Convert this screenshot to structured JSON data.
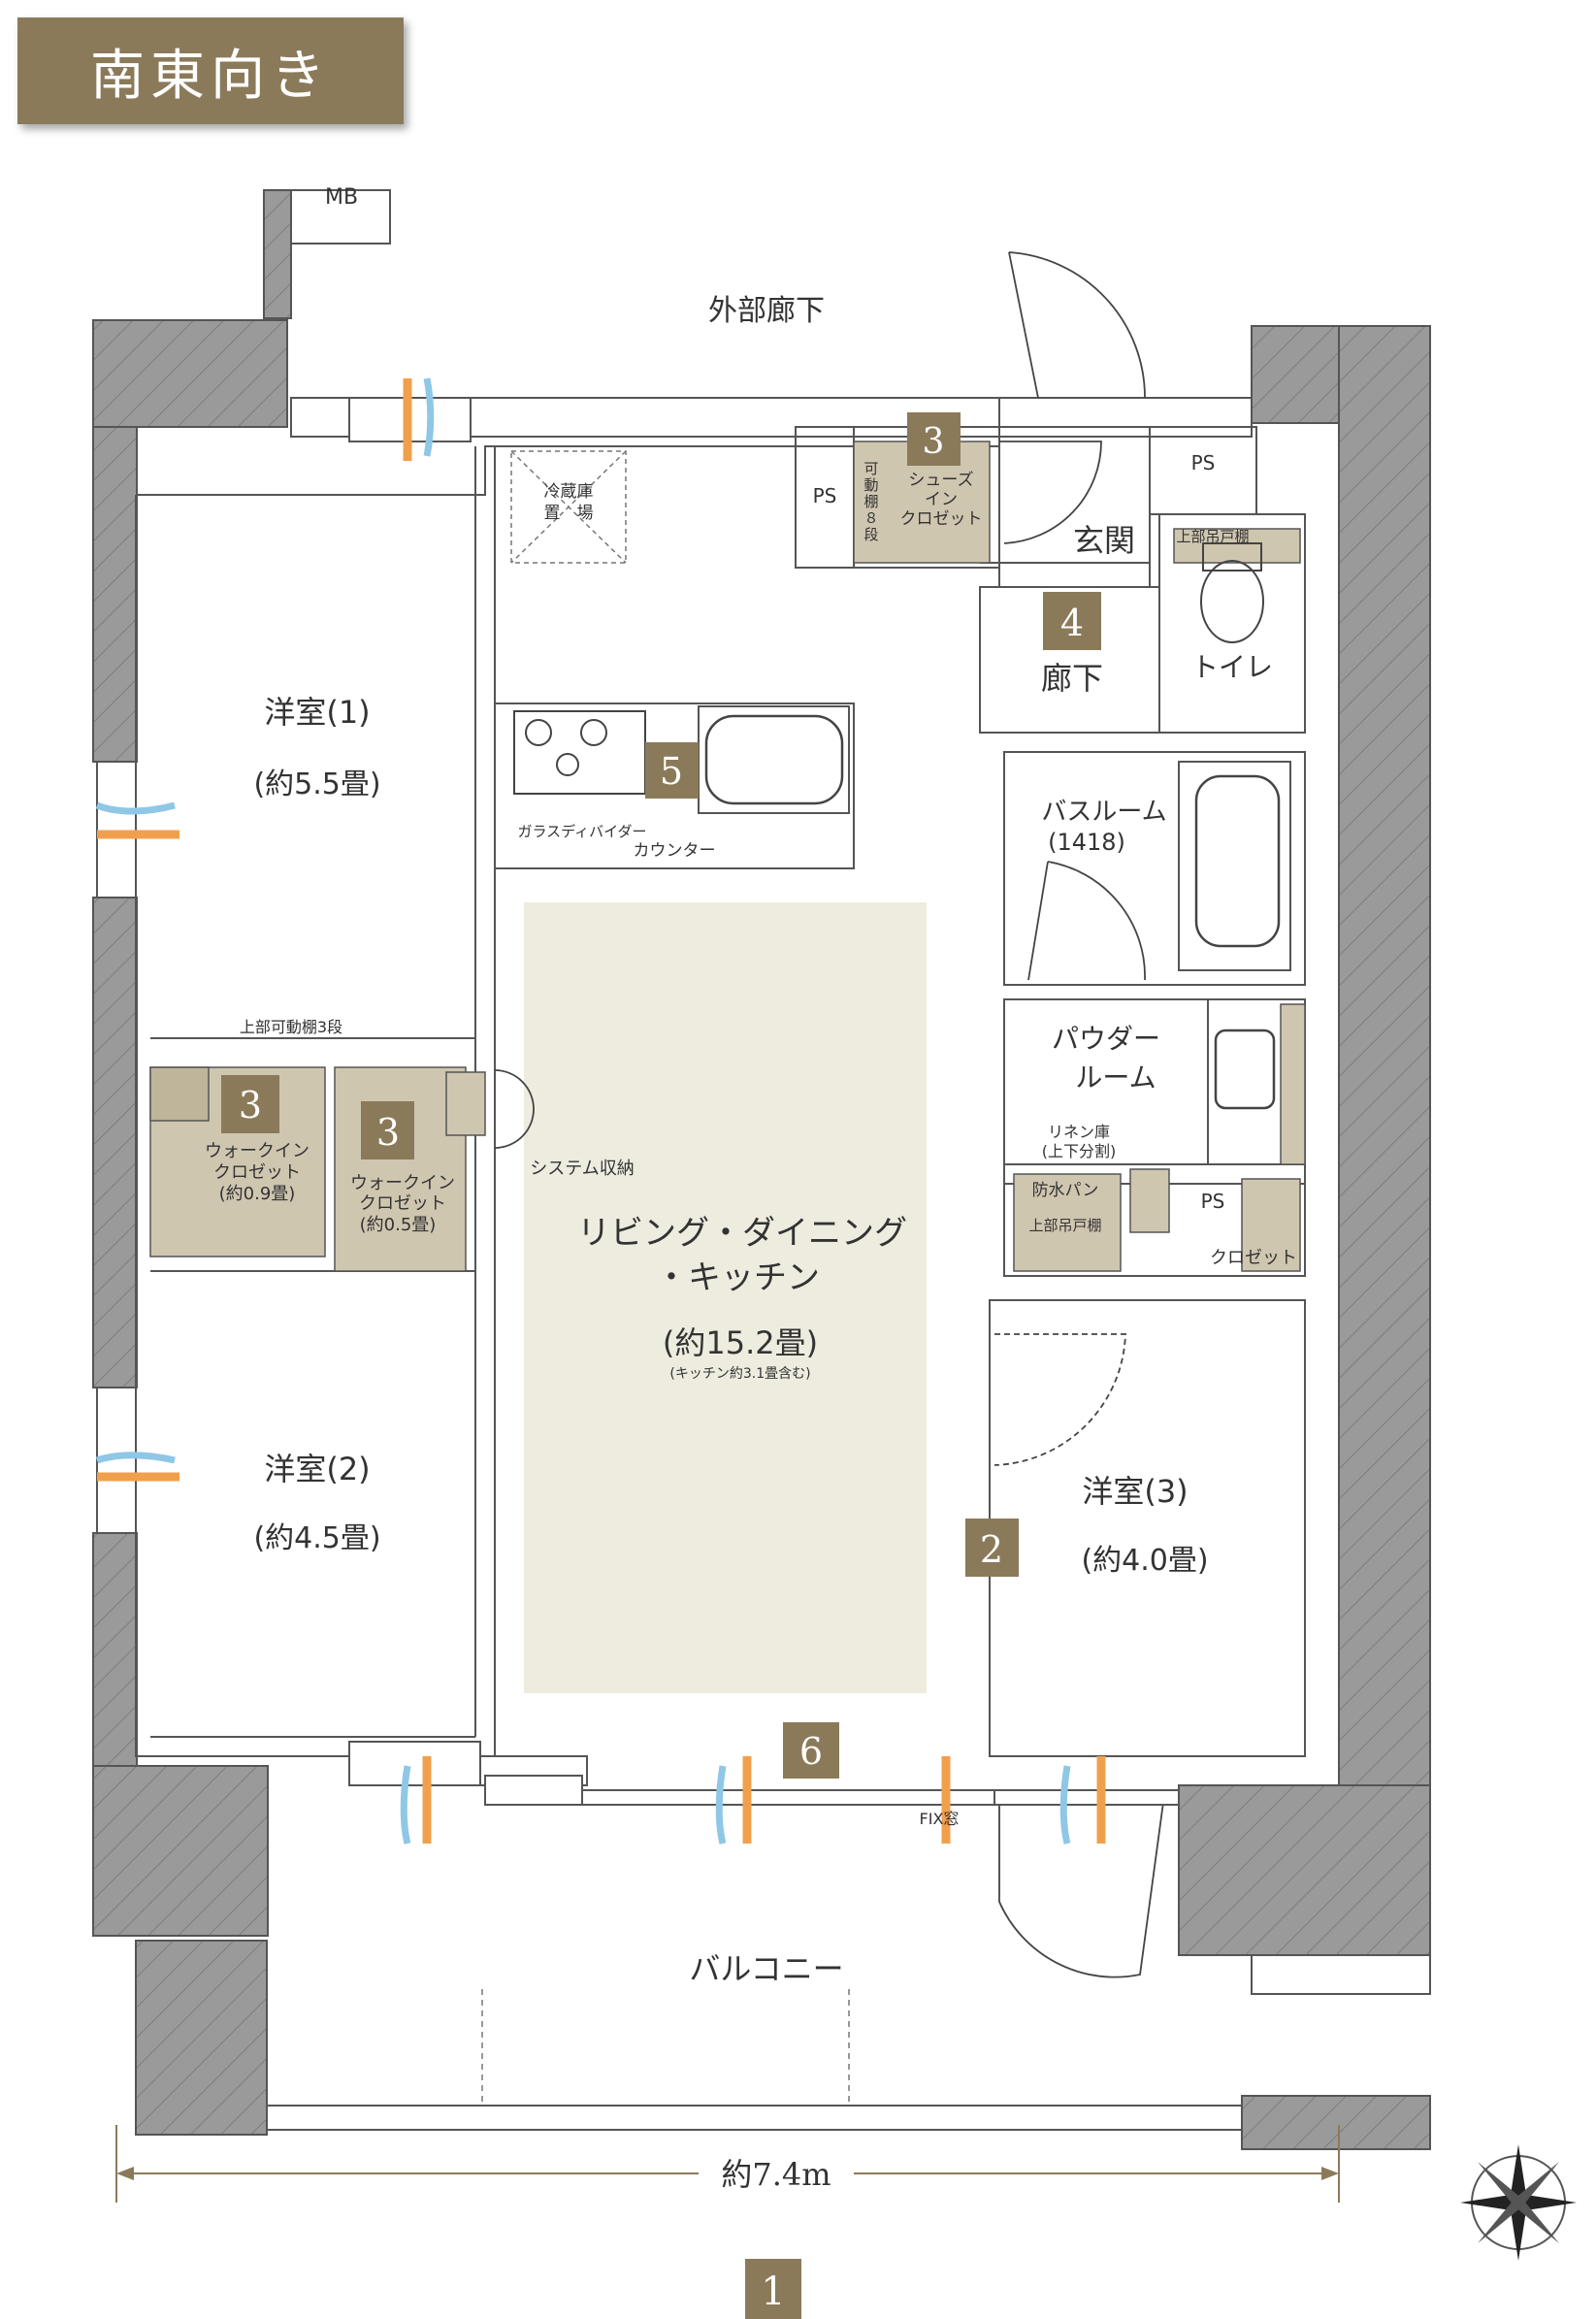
{
  "orientation_label": "南東向き",
  "labels": {
    "mb": "MB",
    "outer_corridor": "外部廊下",
    "ps": "PS",
    "fridge_line1": "冷蔵庫",
    "fridge_line2": "置　場",
    "shoe_shelf": [
      "可",
      "動",
      "棚",
      "８",
      "段"
    ],
    "shoe_closet": [
      "シューズ",
      "イン",
      "クロゼット"
    ],
    "entrance": "玄関",
    "corridor": "廊下",
    "toilet": "トイレ",
    "upper_cabinet": "上部吊戸棚",
    "room1_name": "洋室(1)",
    "room1_size": "(約5.5畳)",
    "glass_divider": "ガラスディバイダー",
    "counter": "カウンター",
    "bathroom_name": "バスルーム",
    "bathroom_size": "(1418)",
    "powder_line1": "パウダー",
    "powder_line2": "ルーム",
    "linen_line1": "リネン庫",
    "linen_line2": "(上下分割)",
    "waterproof_pan": "防水パン",
    "closet": "クロゼット",
    "upper_shelf_3": "上部可動棚3段",
    "wic1": [
      "ウォークイン",
      "クロゼット",
      "(約0.9畳)"
    ],
    "wic2": [
      "ウォークイン",
      "クロゼット",
      "(約0.5畳)"
    ],
    "system_storage": "システム収納",
    "ldk_line1": "リビング・ダイニング",
    "ldk_line2": "・キッチン",
    "ldk_size": "(約15.2畳)",
    "ldk_note": "(キッチン約3.1畳含む)",
    "room2_name": "洋室(2)",
    "room2_size": "(約4.5畳)",
    "room3_name": "洋室(3)",
    "room3_size": "(約4.0畳)",
    "fix_window": "FIX窓",
    "balcony": "バルコニー",
    "width_dim": "約7.4m"
  },
  "markers": [
    "1",
    "2",
    "3",
    "4",
    "5",
    "6"
  ],
  "colors": {
    "wall": "#9a9a9a",
    "marker": "#8b7a5a",
    "storage": "#cfc6b0",
    "ldk_fill": "#eeecdf",
    "air_blue": "#8fc7e6",
    "air_orange": "#f0a04c"
  },
  "icons": [
    "compass-icon",
    "stove-icon",
    "sink-icon",
    "bathtub-icon",
    "toilet-icon",
    "washbasin-icon"
  ]
}
